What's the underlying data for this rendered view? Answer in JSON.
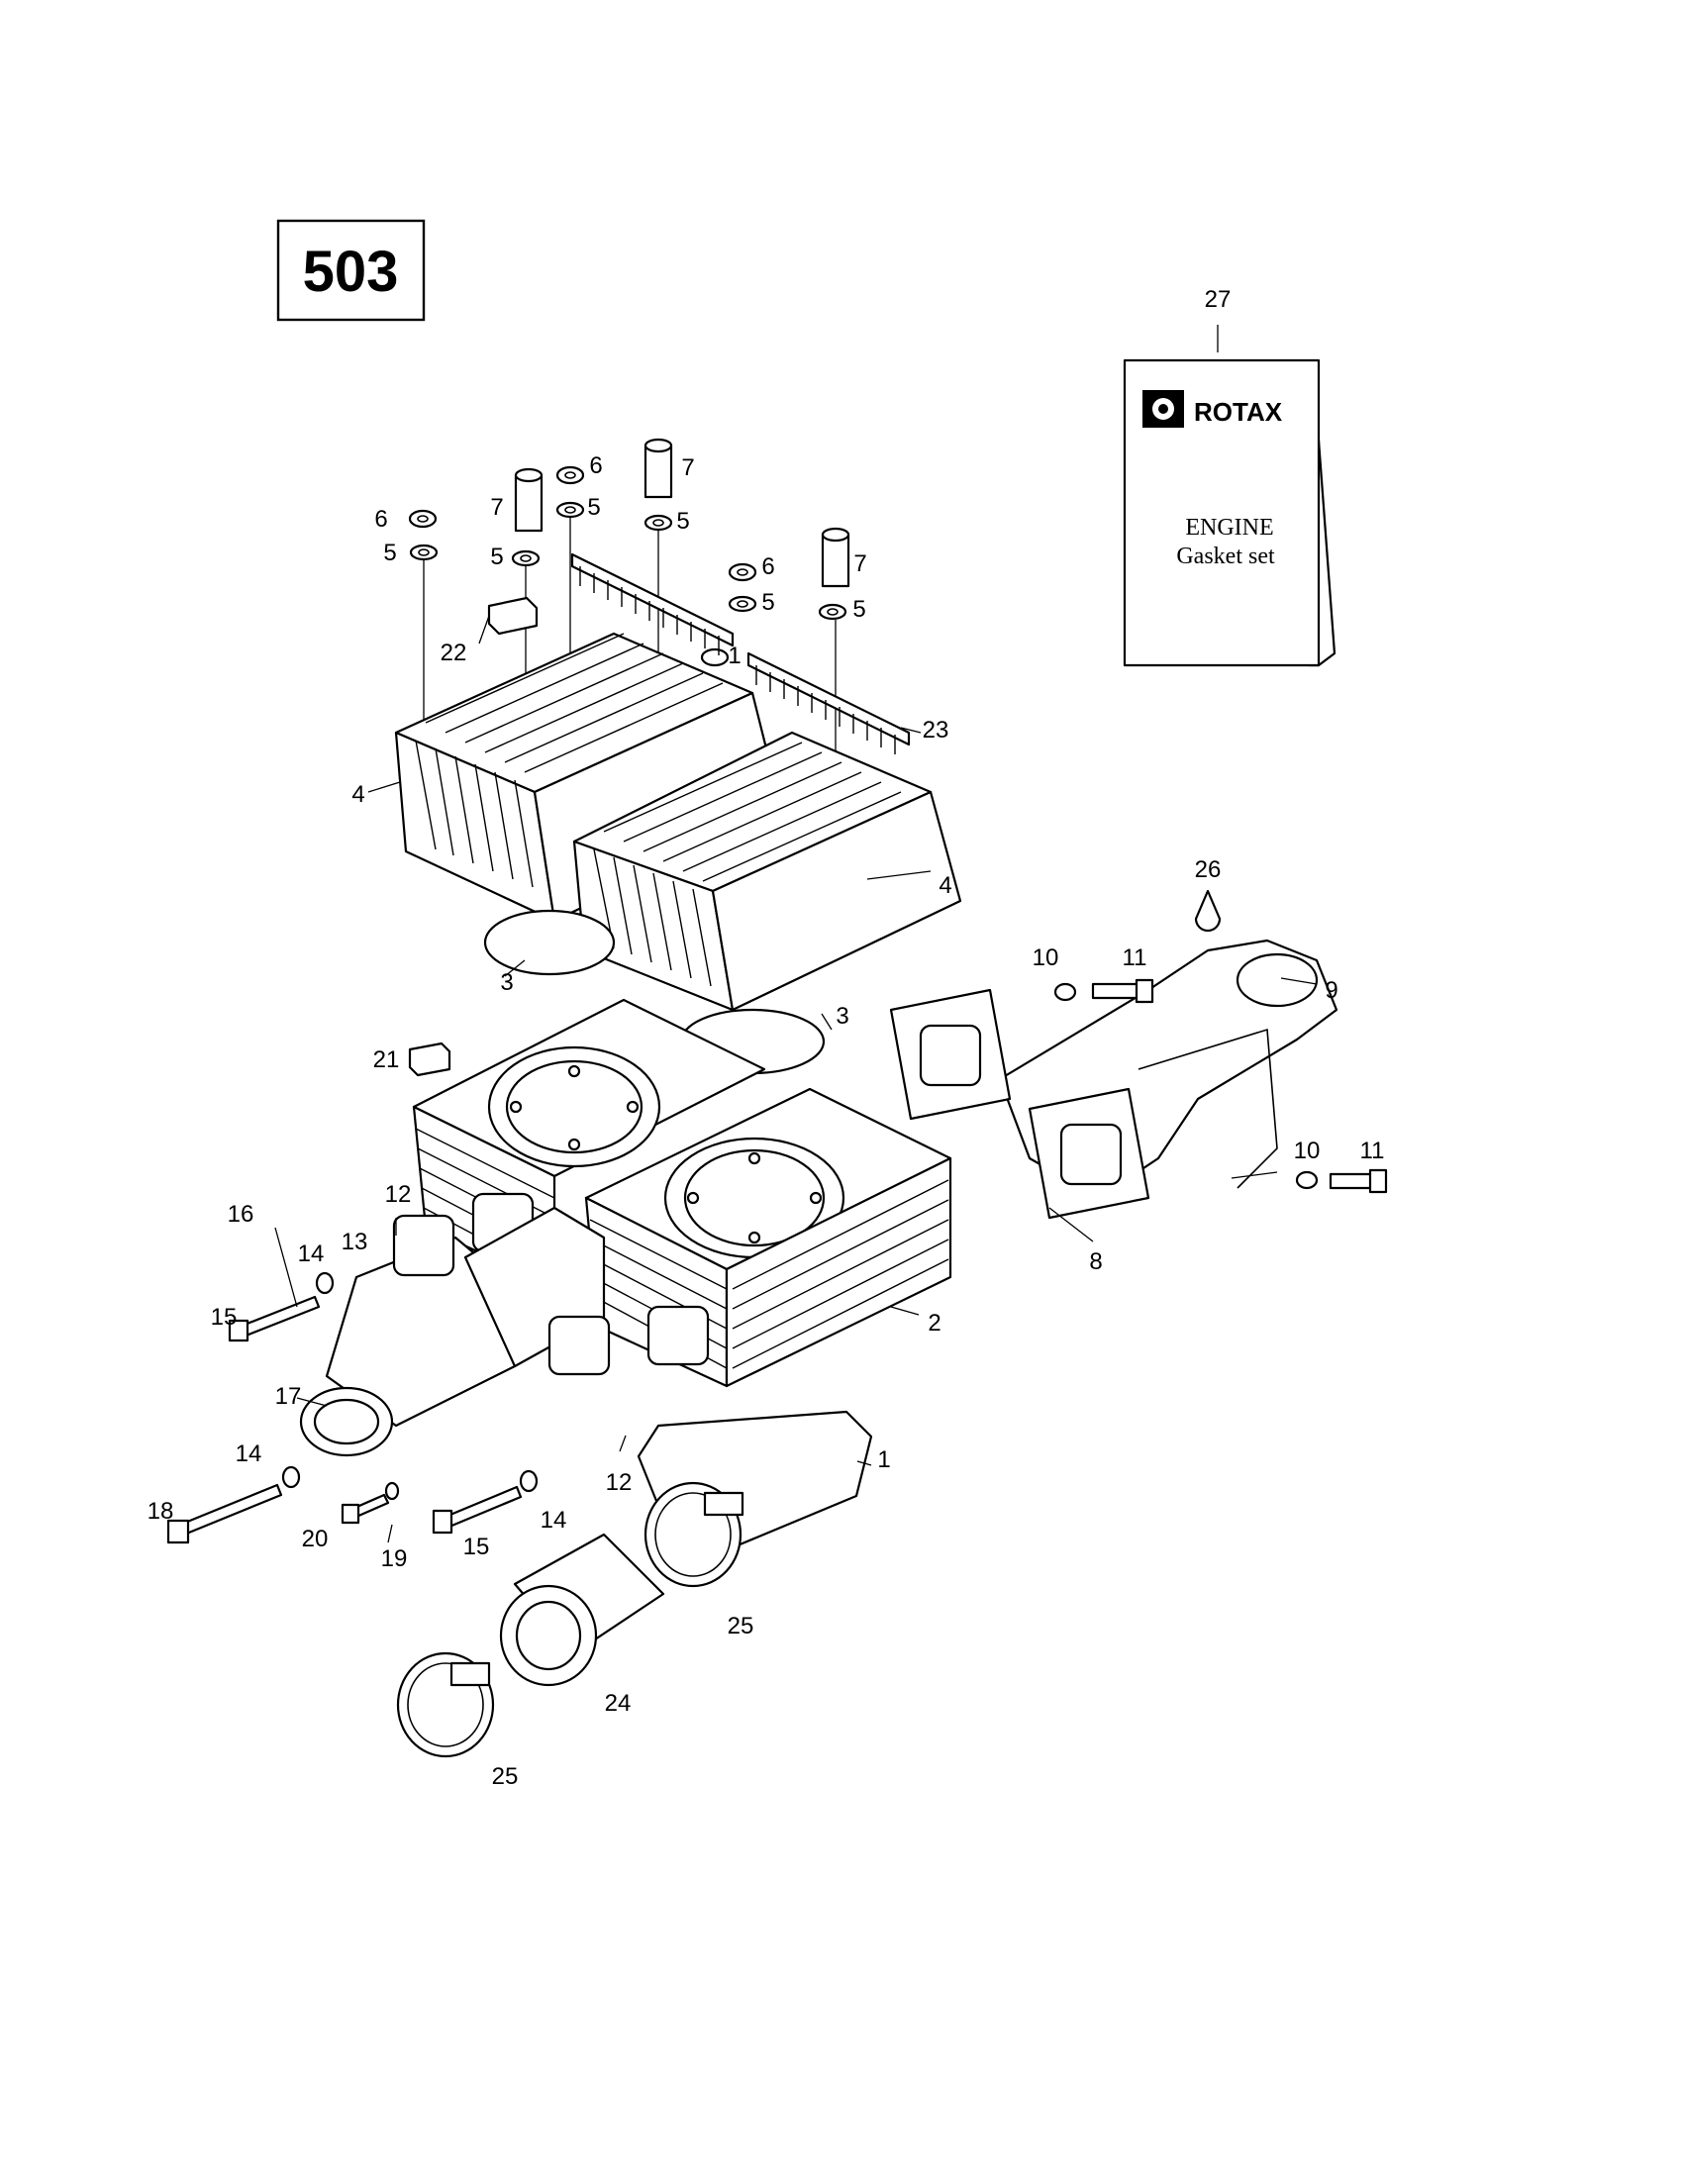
{
  "engine_badge": "503",
  "gasket_set": {
    "brand": "ROTAX",
    "title": "ENGINE",
    "subtitle": "Gasket set"
  },
  "callouts": [
    "1",
    "2",
    "3",
    "4",
    "5",
    "6",
    "7",
    "8",
    "9",
    "10",
    "11",
    "12",
    "13",
    "14",
    "15",
    "16",
    "17",
    "18",
    "19",
    "20",
    "21",
    "22",
    "23",
    "24",
    "25",
    "26",
    "27"
  ]
}
